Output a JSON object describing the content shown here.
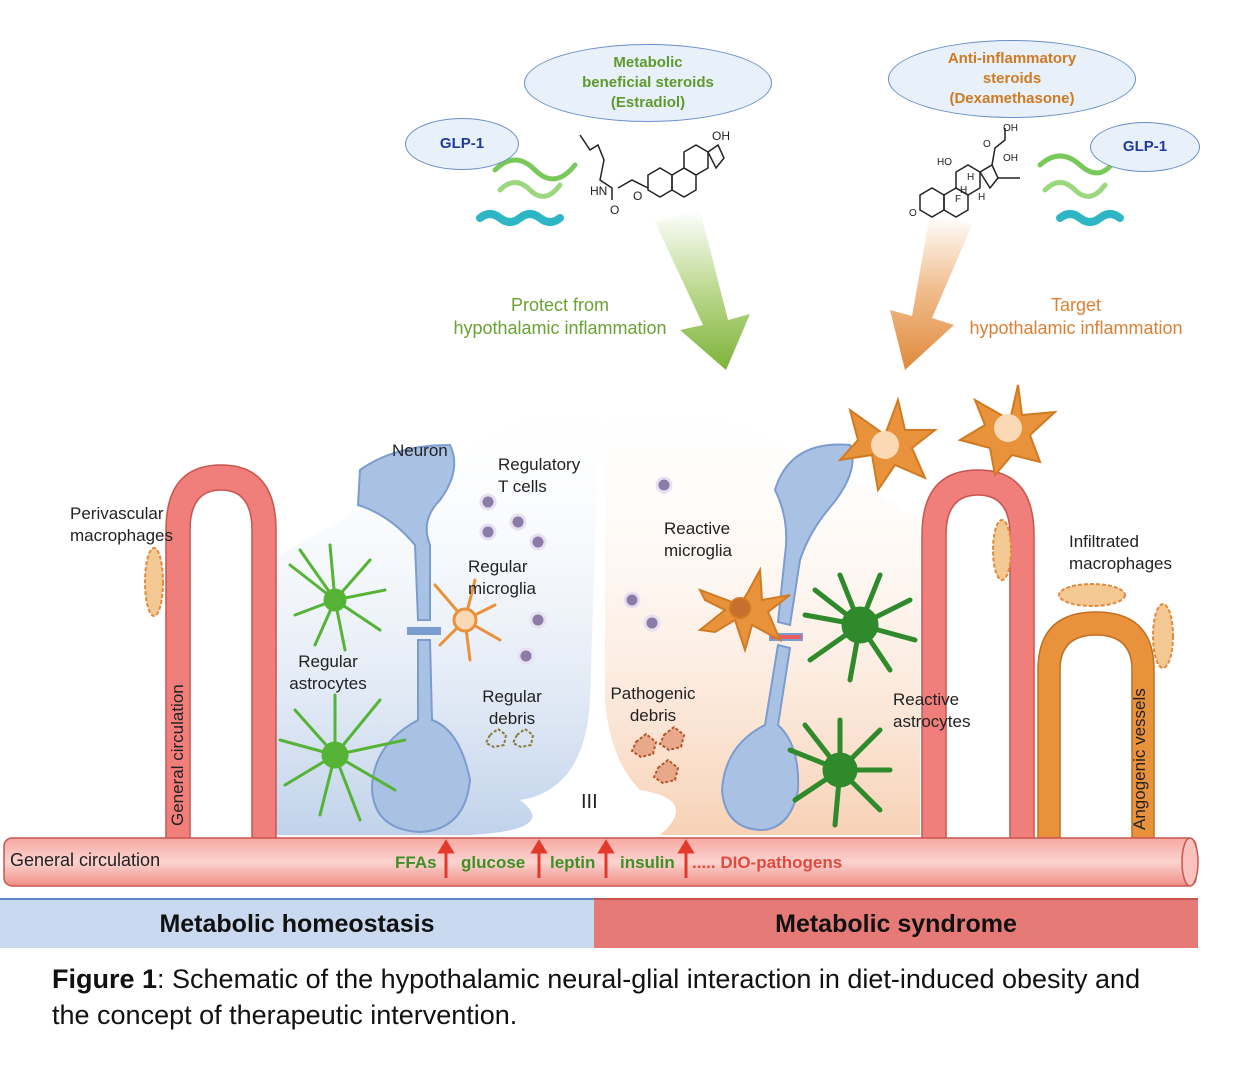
{
  "ovals": {
    "estradiol": "Metabolic beneficial steroids (Estradiol)",
    "estradiol_lines": [
      "Metabolic",
      "beneficial steroids",
      "(Estradiol)"
    ],
    "dexamethasone_lines": [
      "Anti-inflammatory",
      "steroids",
      "(Dexamethasone)"
    ],
    "glp1_left": "GLP-1",
    "glp1_right": "GLP-1"
  },
  "arrows": {
    "left_lines": [
      "Protect from",
      "hypothalamic inflammation"
    ],
    "right_lines": [
      "Target",
      "hypothalamic inflammation"
    ],
    "left_color": "#7db23a",
    "right_color": "#e08a3c"
  },
  "labels": {
    "perivascular_macrophages": [
      "Perivascular",
      "macrophages"
    ],
    "neuron": "Neuron",
    "regulatory_t_cells": [
      "Regulatory",
      "T cells"
    ],
    "regular_microglia": [
      "Regular",
      "microglia"
    ],
    "regular_astrocytes": [
      "Regular",
      "astrocytes"
    ],
    "regular_debris": [
      "Regular",
      "debris"
    ],
    "reactive_microglia": [
      "Reactive",
      "microglia"
    ],
    "pathogenic_debris": [
      "Pathogenic",
      "debris"
    ],
    "reactive_astrocytes": [
      "Reactive",
      "astrocytes"
    ],
    "infiltrated_macrophages": [
      "Infiltrated",
      "macrophages"
    ],
    "general_circulation_vertical": "General circulation",
    "angiogenic_vessels": "Angogenic vessels",
    "ventricle": "III"
  },
  "circulation": {
    "label": "General circulation",
    "items": [
      {
        "text": "FFAs",
        "arrow": true
      },
      {
        "text": "glucose",
        "arrow": true
      },
      {
        "text": "leptin",
        "arrow": true
      },
      {
        "text": "insulin",
        "arrow": true
      },
      {
        "text": "..... DIO-pathogens",
        "arrow": false
      }
    ]
  },
  "chem": {
    "estradiol_atoms": [
      "OH",
      "HN",
      "O",
      "O"
    ],
    "dex_atoms": [
      "OH",
      "O",
      "OH",
      "HO",
      "H",
      "H",
      "F",
      "H",
      "O"
    ]
  },
  "banners": {
    "left": "Metabolic homeostasis",
    "right": "Metabolic syndrome"
  },
  "caption": {
    "bold": "Figure 1",
    "text": ": Schematic of the hypothalamic neural-glial interaction in diet-induced obesity and the concept of therapeutic intervention."
  },
  "colors": {
    "vessel": "#f07e7a",
    "vessel_dark": "#c9554f",
    "neuron": "#a9c2e4",
    "astro_regular": "#55b336",
    "astro_reactive": "#2e8a2a",
    "microglia": "#e8923c",
    "macrophage": "#f4c893",
    "homeostasis_bg": "#c9d9ef",
    "syndrome_bg": "#e57a76"
  }
}
